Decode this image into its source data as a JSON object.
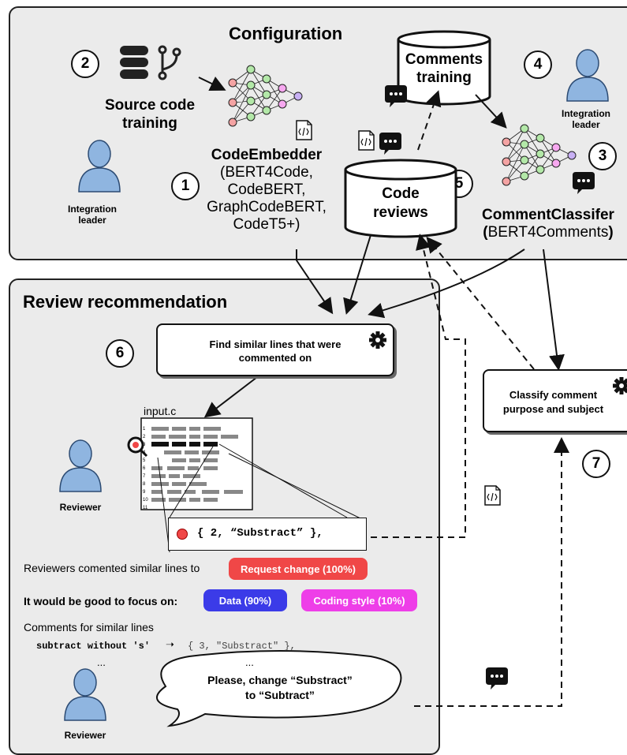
{
  "configuration": {
    "title": "Configuration",
    "source_code_training": [
      "Source code",
      "training"
    ],
    "comments_training": [
      "Comments",
      "training"
    ],
    "code_reviews": [
      "Code",
      "reviews"
    ],
    "code_embedder": {
      "name": "CodeEmbedder",
      "models": [
        "(BERT4Code,",
        "CodeBERT,",
        "GraphCodeBERT,",
        "CodeT5+)"
      ]
    },
    "comment_classifier": {
      "name": "CommentClassifer",
      "model_open": "(",
      "model_name": "BERT4Comments",
      "model_close": ")"
    },
    "integration_leader_left": [
      "Integration",
      "leader"
    ],
    "integration_leader_right": [
      "Integration",
      "leader"
    ]
  },
  "steps": [
    "1",
    "2",
    "3",
    "4",
    "5",
    "6",
    "7"
  ],
  "review": {
    "title": "Review recommendation",
    "find_similar": [
      "Find similar lines that were",
      "commented on"
    ],
    "classify": [
      "Classify comment",
      "purpose and subject"
    ],
    "file_name": "input.c",
    "line_numbers": [
      "1",
      "2",
      "3",
      "4",
      "5",
      "6",
      "7",
      "8",
      "9",
      "10",
      "11"
    ],
    "code_snippet": "{ 2, “Substract” },",
    "reviewer_top": "Reviewer",
    "reviewer_bottom": "Reviewer",
    "recommendation_prefix": "Reviewers comented similar lines to",
    "request_change": "Request change (100%)",
    "focus_prefix": "It would be good to focus on",
    "focus_colon": ":",
    "focus_data": "Data (90%)",
    "focus_style": "Coding style (10%)",
    "comments_header": "Comments for similar lines",
    "similar_comment": "subtract without 's'",
    "similar_code": "{ 3, \"Substract\" },",
    "ellipsis_left": "...",
    "ellipsis_right": "...",
    "speech": [
      "Please, change “Substract”",
      "to “Subtract”"
    ]
  },
  "colors": {
    "panel_bg": "#ebebeb",
    "request_change": "#f04747",
    "data": "#3b3be8",
    "coding_style": "#ee3ee8",
    "person": "#8fb5e0",
    "nn_red": "#f4a3a3",
    "nn_green": "#b3e8a8",
    "nn_purple": "#c8b0f4",
    "nn_pink": "#f7a8f0"
  },
  "icons": [
    "database-icon",
    "git-branch-icon",
    "neural-network-icon",
    "code-file-icon",
    "chat-bubble-icon",
    "gear-icon",
    "magnifier-icon",
    "person-icon"
  ]
}
